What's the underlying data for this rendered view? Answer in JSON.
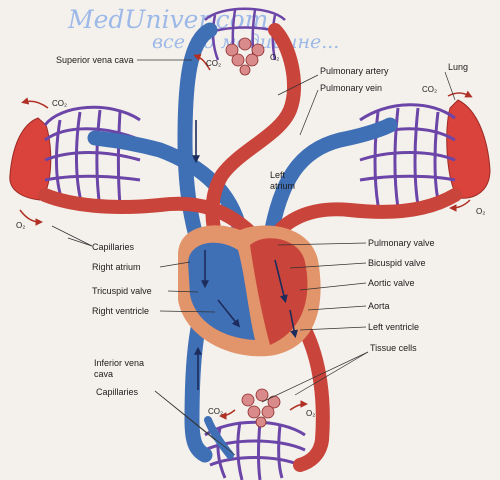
{
  "watermark": {
    "line1": "MedUniver.com",
    "line2": "все по медицине..."
  },
  "labels": {
    "superior_vena_cava": "Superior vena cava",
    "pulmonary_artery": "Pulmonary artery",
    "pulmonary_vein": "Pulmonary vein",
    "lung": "Lung",
    "left_atrium": "Left\natrium",
    "capillaries_left": "Capillaries",
    "right_atrium": "Right atrium",
    "tricuspid_valve": "Tricuspid valve",
    "right_ventricle": "Right ventricle",
    "pulmonary_valve": "Pulmonary valve",
    "bicuspid_valve": "Bicuspid valve",
    "aortic_valve": "Aortic valve",
    "aorta": "Aorta",
    "left_ventricle": "Left ventricle",
    "tissue_cells": "Tissue cells",
    "inferior_vena_cava": "Inferior vena\ncava",
    "capillaries_bottom": "Capillaries"
  },
  "gases": {
    "co2": "CO₂",
    "o2": "O₂"
  },
  "colors": {
    "oxygenated": "#c9443a",
    "deoxygenated": "#3f6fb5",
    "capillary": "#6b45a8",
    "lung": "#d9433c",
    "heart_wall": "#e2946a"
  }
}
